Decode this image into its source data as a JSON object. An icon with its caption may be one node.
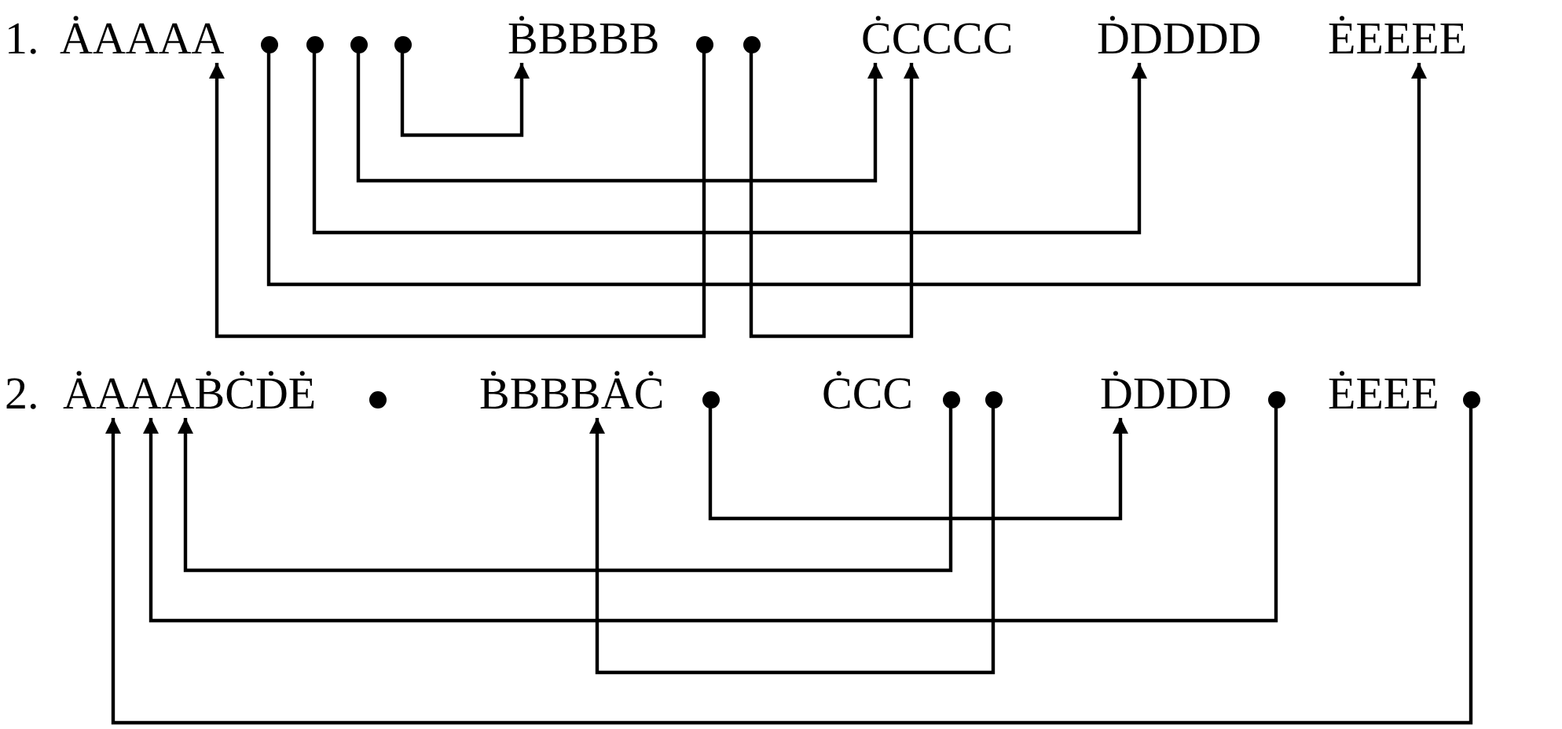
{
  "diagram": {
    "nodes": [
      {
        "text": [
          "ȦAAAA"
        ]
      },
      {
        "text": [],
        "shape": "circle"
      },
      {
        "text": [],
        "shape": "circle"
      },
      {
        "text": [],
        "shape": "circle"
      },
      {
        "text": [],
        "shape": "circle"
      },
      {
        "text": [
          "ḂBBBB"
        ]
      },
      {
        "text": [],
        "shape": "circle"
      },
      {
        "text": [],
        "shape": "circle"
      },
      {
        "text": [
          "ĊCCCC"
        ]
      },
      {
        "text": [
          "ḊDDDD"
        ]
      },
      {
        "text": [
          "ĖEEEE"
        ]
      },
      {
        "text": [
          "ȦAAAḂĊḊĖ"
        ]
      },
      {
        "text": [],
        "shape": "circle"
      },
      {
        "text": [
          "ḂBBBȦĊ"
        ]
      },
      {
        "text": [],
        "shape": "circle"
      },
      {
        "text": [
          "ĊCC"
        ]
      },
      {
        "text": [],
        "shape": "circle"
      },
      {
        "text": [],
        "shape": "circle"
      },
      {
        "text": [
          "ḊDDD"
        ]
      },
      {
        "text": [],
        "shape": "circle"
      },
      {
        "text": [
          "ĖEEE"
        ]
      },
      {
        "text": [],
        "shape": "circle"
      }
    ],
    "edges": [
      {
        "from": 4,
        "to": 5,
        "arrow": "to"
      },
      {
        "from": 3,
        "to": 8,
        "arrow": "to"
      },
      {
        "from": 2,
        "to": 9,
        "arrow": "to"
      },
      {
        "from": 1,
        "to": 10,
        "arrow": "to"
      },
      {
        "from": 6,
        "to": 0,
        "arrow": "to"
      },
      {
        "from": 7,
        "to": 8,
        "arrow": "to"
      },
      {
        "from": 14,
        "to": 18,
        "arrow": "to"
      },
      {
        "from": 16,
        "to": 11,
        "arrow": "to"
      },
      {
        "from": 19,
        "to": 11,
        "arrow": "to"
      },
      {
        "from": 17,
        "to": 13,
        "arrow": "to"
      },
      {
        "from": 21,
        "to": 11,
        "arrow": "to"
      }
    ],
    "labels": [
      "1.",
      "2."
    ]
  }
}
